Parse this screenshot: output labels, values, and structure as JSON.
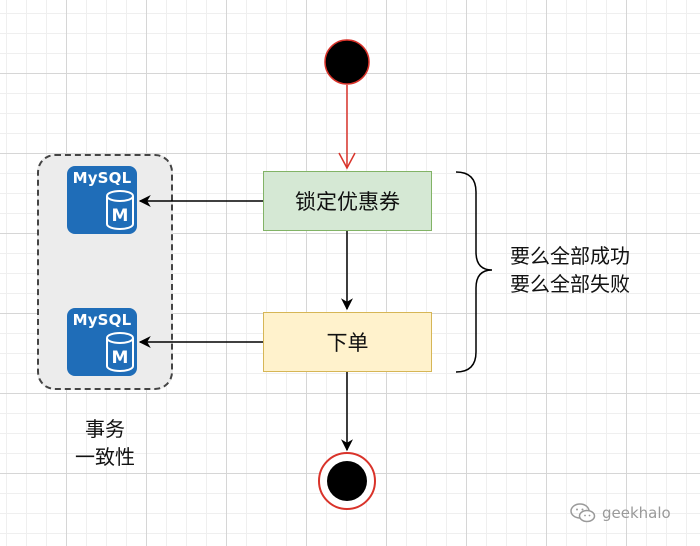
{
  "diagram": {
    "nodes": {
      "lock_coupon": {
        "label": "锁定优惠券"
      },
      "place_order": {
        "label": "下单"
      }
    },
    "db_icons": [
      {
        "label": "MySQL",
        "badge": "M"
      },
      {
        "label": "MySQL",
        "badge": "M"
      }
    ],
    "note": {
      "line1": "要么全部成功",
      "line2": "要么全部失败"
    },
    "caption": {
      "line1": "事务",
      "line2": "一致性"
    },
    "colors": {
      "start_arrow": "#d9332a",
      "end_ring": "#d9332a",
      "db_blue": "#1f6db8",
      "green_fill": "#d5e8d4",
      "yellow_fill": "#fff2cc"
    }
  },
  "watermark": {
    "text": "geekhalo",
    "icon": "wechat-icon"
  }
}
